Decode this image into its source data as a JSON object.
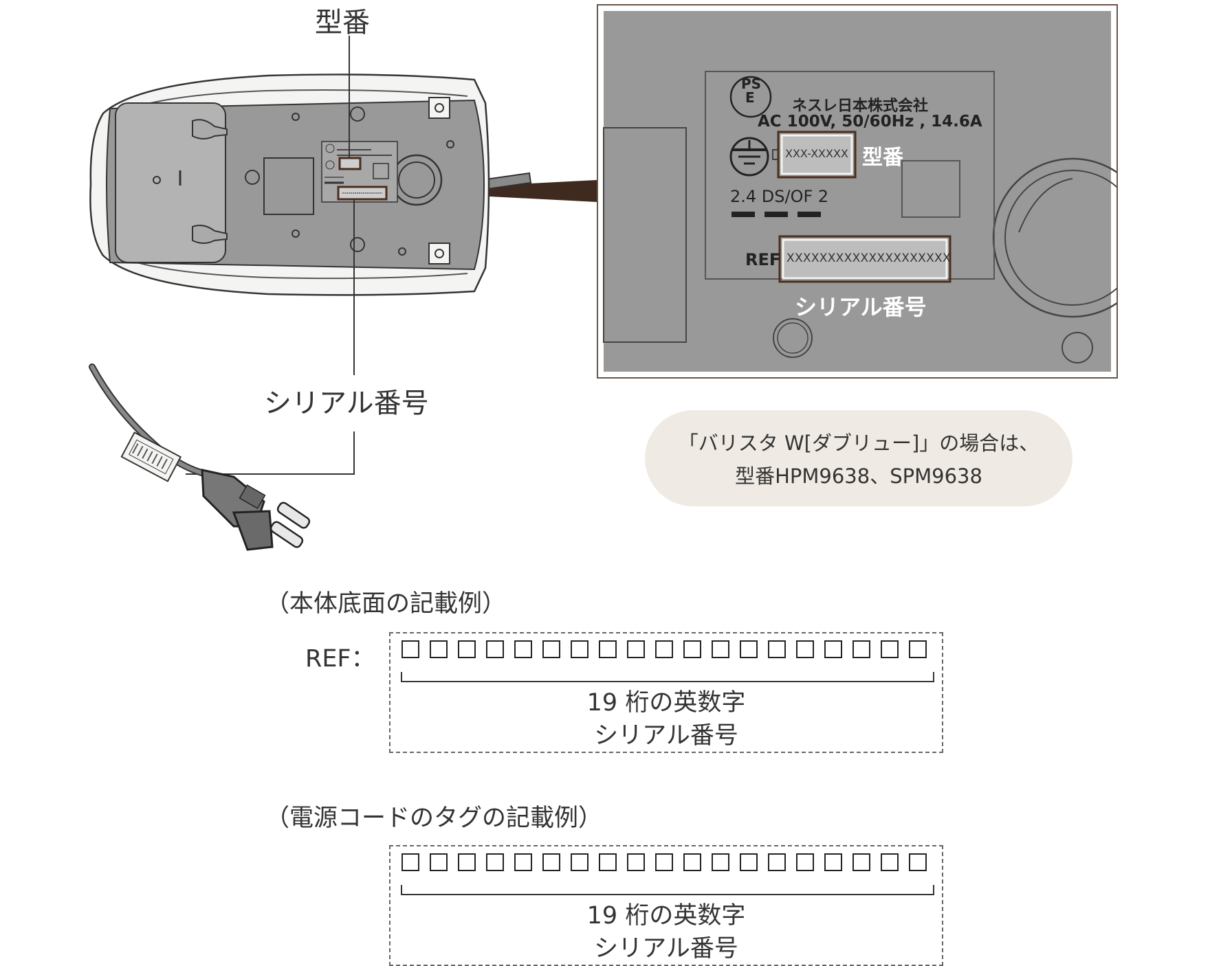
{
  "callouts": {
    "model_top": "型番",
    "serial_left": "シリアル番号"
  },
  "label_plate": {
    "pse_top": "PS",
    "pse_bottom": "E",
    "maker": "ネスレ日本株式会社",
    "rating": "AC 100V, 50/60Hz , 14.6A",
    "model_value": "XXX-XXXXX",
    "model_tag": "型番",
    "code_line": "2.4 DS/OF 2",
    "ref_prefix": "REF",
    "ref_value": "XXXXXXXXXXXXXXXXXXXX",
    "serial_tag": "シリアル番号"
  },
  "note": {
    "line1": "「バリスタ W[ダブリュー]」の場合は、",
    "line2": "型番HPM9638、SPM9638"
  },
  "example_body": {
    "heading": "（本体底面の記載例）",
    "ref_label": "REF：",
    "cell_count": 19,
    "caption1": "19 桁の英数字",
    "caption2": "シリアル番号"
  },
  "example_cord": {
    "heading": "（電源コードのタグの記載例）",
    "cell_count": 19,
    "caption1": "19 桁の英数字",
    "caption2": "シリアル番号"
  },
  "colors": {
    "frame": "#6b5548",
    "highlight": "#4a2e1e",
    "plate_bg": "#999999",
    "pill_bg": "#efebe4"
  }
}
